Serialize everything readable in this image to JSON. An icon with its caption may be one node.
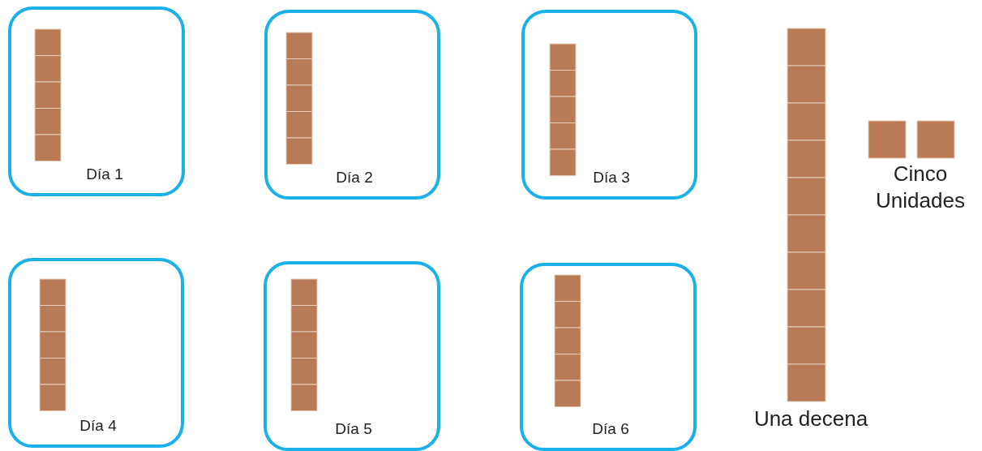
{
  "diagram": {
    "nodes": [
      {
        "text": [
          "Día 1"
        ]
      },
      {
        "text": [
          "Día 2"
        ]
      },
      {
        "text": [
          "Día 3"
        ]
      },
      {
        "text": [
          "Día 4"
        ]
      },
      {
        "text": [
          "Día 5"
        ]
      },
      {
        "text": [
          "Día 6"
        ]
      }
    ],
    "labels": [
      "Cinco Unidades",
      "Una decena"
    ]
  }
}
